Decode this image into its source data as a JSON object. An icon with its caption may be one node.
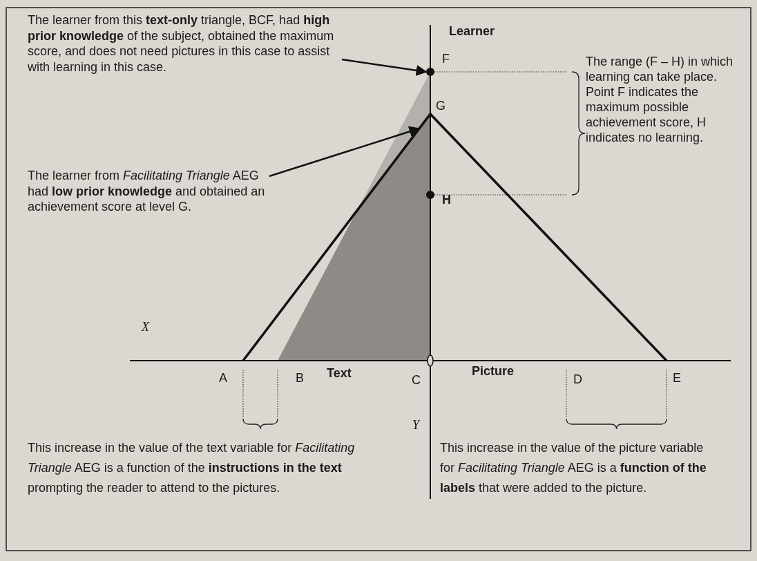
{
  "diagram": {
    "nodes": [
      {
        "text": [
          "The learner from this **text-only** triangle, BCF, had **high prior knowledge** of the subject, obtained the maximum score, and does not need pictures in this case to assist with learning in this case."
        ]
      },
      {
        "text": [],
        "shape": "circle"
      },
      {
        "text": [
          "The learner from *Facilitating Triangle* AEG had **low prior knowledge** and obtained an achievement score at level G."
        ]
      },
      {
        "text": [],
        "shape": "triangle"
      }
    ],
    "edges": [
      {
        "from": 0,
        "to": 1,
        "arrow": "to"
      },
      {
        "from": 2,
        "to": 3,
        "arrow": "to"
      }
    ],
    "labels": [
      "Learner",
      "F",
      "The range (F – H) in which learning can take place. Point F indicates the maximum possible achievement score, H indicates no learning.",
      "G",
      "H",
      "X",
      "A",
      "B",
      "C",
      "D",
      "E",
      "Text",
      "Picture",
      "Y",
      "This increase in the value of the text variable for *Facilitating Triangle* AEG is a function of the **instructions in the text** prompting the reader to attend to the pictures.",
      "This increase in the value of the picture variable for *Facilitating Triangle* AEG is a **function of the labels** that were added to the picture."
    ]
  }
}
